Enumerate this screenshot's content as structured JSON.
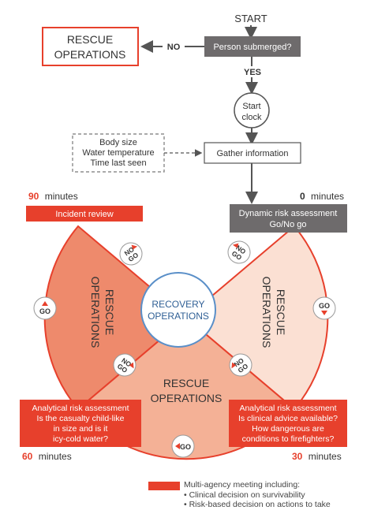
{
  "flow": {
    "start": "START",
    "rescue_ops_box": [
      "RESCUE",
      "OPERATIONS"
    ],
    "person_submerged": "Person submerged?",
    "no_label": "NO",
    "yes_label": "YES",
    "start_clock": [
      "Start",
      "clock"
    ],
    "info_items": [
      "Body size",
      "Water temperature",
      "Time last seen"
    ],
    "gather_information": "Gather information"
  },
  "cycle": {
    "time_90_number": "90",
    "time_minutes": "minutes",
    "time_0_number": "0",
    "time_60_number": "60",
    "time_30_number": "30",
    "incident_review": "Incident review",
    "dynamic_risk_title": "Dynamic risk assessment",
    "dynamic_risk_sub": "Go/No go",
    "left_sector": [
      "RESCUE",
      "OPERATIONS"
    ],
    "right_sector": [
      "RESCUE",
      "OPERATIONS"
    ],
    "bottom_sector": [
      "RESCUE",
      "OPERATIONS"
    ],
    "center": [
      "RECOVERY",
      "OPERATIONS"
    ],
    "no_go_top": "NO",
    "no_go_bottom": "GO",
    "go_label": "GO",
    "analytical_left_title": "Analytical risk assessment",
    "analytical_left_lines": [
      "Is the casualty child-like",
      "in size and is it",
      "icy-cold water?"
    ],
    "analytical_right_title": "Analytical risk assessment",
    "analytical_right_lines": [
      "Is clinical advice available?",
      "How dangerous are",
      "conditions to firefighters?"
    ]
  },
  "legend": {
    "title": "Multi-agency meeting including:",
    "items": [
      "• Clinical decision on survivability",
      "• Risk-based decision on actions to take"
    ]
  },
  "colors": {
    "accent_red": "#e7402c",
    "grey_box": "#6e6b6c",
    "left_sector": "#ee8a6c",
    "right_sector": "#fbe0d3",
    "bottom_sector": "#f4b196",
    "center_border": "#5a8fc8"
  }
}
